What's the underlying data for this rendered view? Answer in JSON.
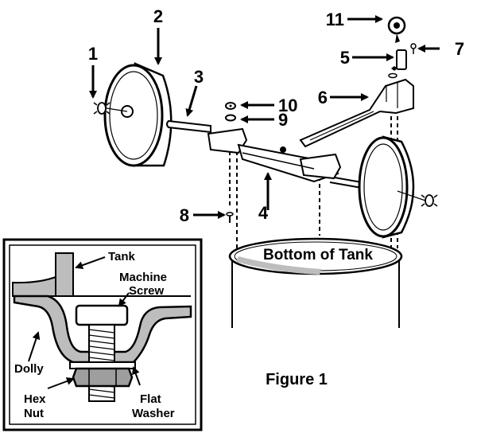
{
  "figure_caption": "Figure 1",
  "tank_bottom_label": "Bottom of Tank",
  "part_numbers": {
    "p1": "1",
    "p2": "2",
    "p3": "3",
    "p4": "4",
    "p5": "5",
    "p6": "6",
    "p7": "7",
    "p8": "8",
    "p9": "9",
    "p10": "10",
    "p11": "11"
  },
  "detail_inset": {
    "tank": "Tank",
    "machine_screw_line1": "Machine",
    "machine_screw_line2": "Screw",
    "dolly": "Dolly",
    "hex_nut_line1": "Hex",
    "hex_nut_line2": "Nut",
    "flat_washer_line1": "Flat",
    "flat_washer_line2": "Washer"
  }
}
